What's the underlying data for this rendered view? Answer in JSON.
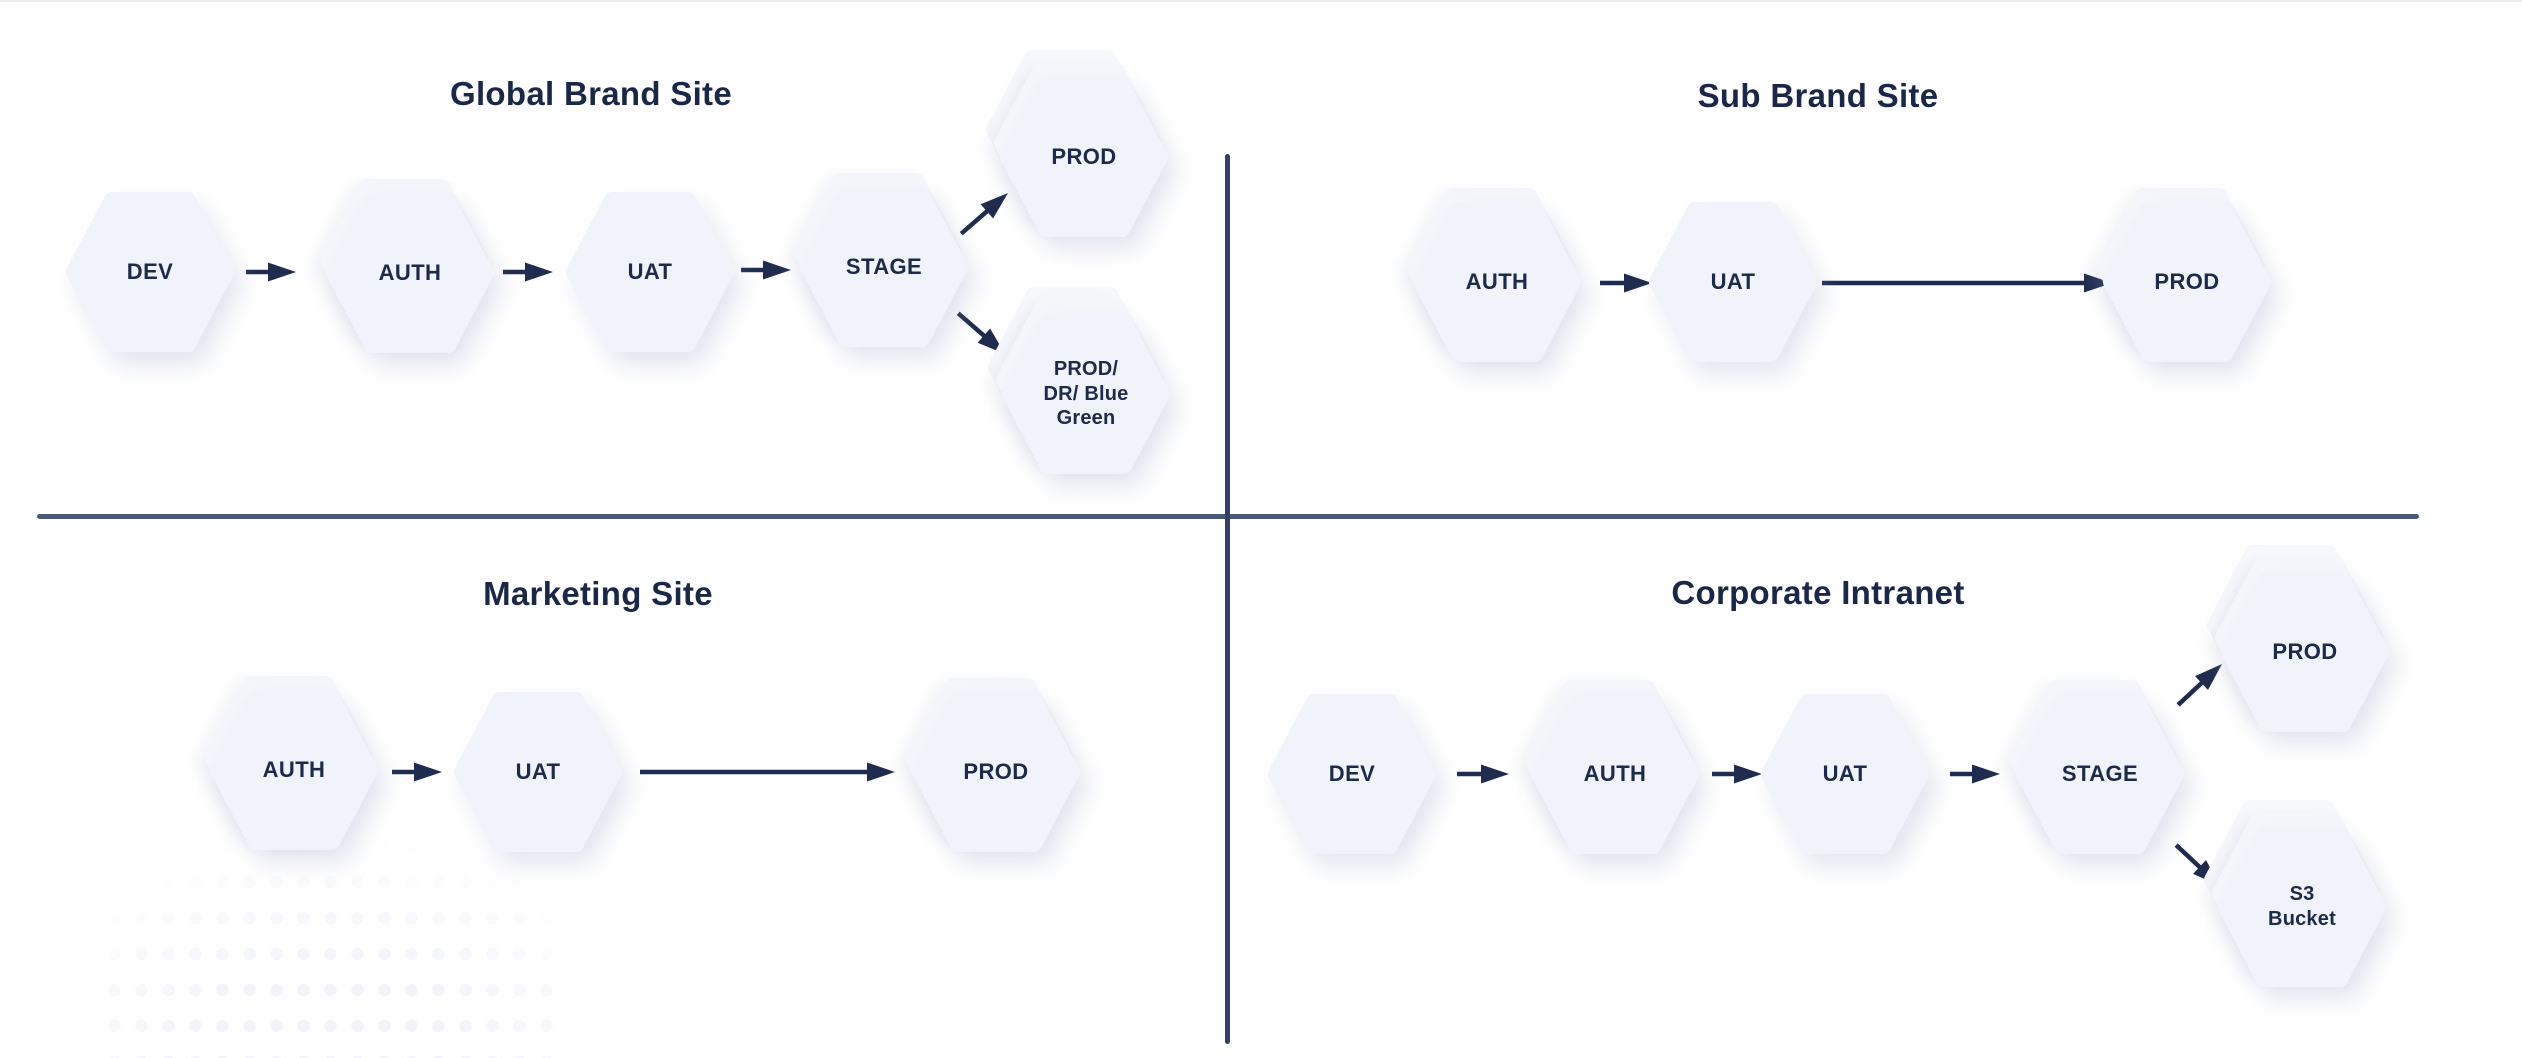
{
  "colors": {
    "hex_fill": "#f0f3f9",
    "hex_back": "#f4f6fb",
    "hex_back2": "#f7f8fc",
    "text": "#1e2a4c",
    "title": "#1b2749",
    "arrow": "#1f2c50",
    "divider_h": "#4a5a78",
    "divider_v": "#323f66",
    "dots": "#f2f4fa"
  },
  "quadrants": [
    {
      "title": "Global Brand Site",
      "nodes": [
        {
          "label": "DEV"
        },
        {
          "label": "AUTH"
        },
        {
          "label": "UAT"
        },
        {
          "label": "STAGE"
        },
        {
          "label": "PROD"
        },
        {
          "label_lines": [
            "PROD/",
            "DR/ Blue",
            "Green"
          ]
        }
      ]
    },
    {
      "title": "Sub Brand Site",
      "nodes": [
        {
          "label": "AUTH"
        },
        {
          "label": "UAT"
        },
        {
          "label": "PROD"
        }
      ]
    },
    {
      "title": "Marketing Site",
      "nodes": [
        {
          "label": "AUTH"
        },
        {
          "label": "UAT"
        },
        {
          "label": "PROD"
        }
      ]
    },
    {
      "title": "Corporate Intranet",
      "nodes": [
        {
          "label": "DEV"
        },
        {
          "label": "AUTH"
        },
        {
          "label": "UAT"
        },
        {
          "label": "STAGE"
        },
        {
          "label": "PROD"
        },
        {
          "label_lines": [
            "S3",
            "Bucket"
          ]
        }
      ]
    }
  ]
}
